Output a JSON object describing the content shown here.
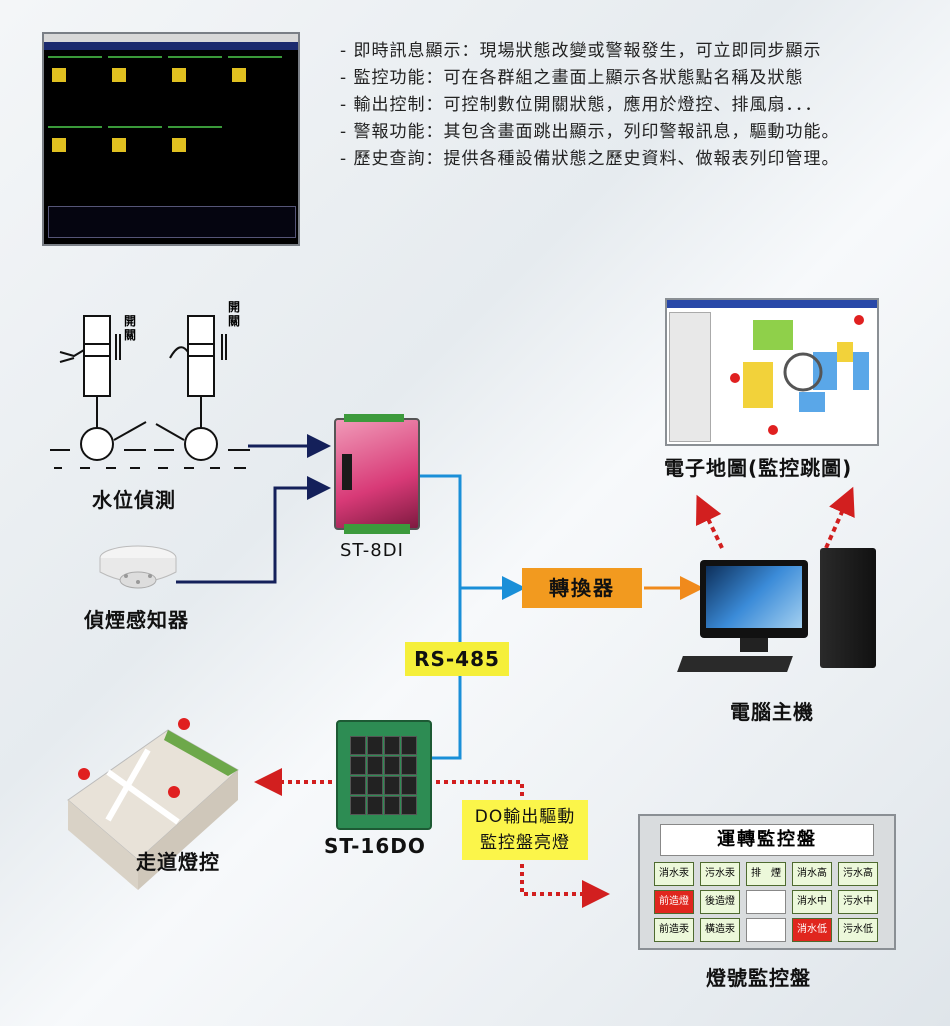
{
  "features": [
    "- 即時訊息顯示：現場狀態改變或警報發生，可立即同步顯示",
    "- 監控功能：可在各群組之畫面上顯示各狀態點名稱及狀態",
    "- 輸出控制：可控制數位開關狀態，應用於燈控、排風扇．．．",
    "- 警報功能：其包含畫面跳出顯示，列印警報訊息，驅動功能。",
    "- 歷史查詢：提供各種設備狀態之歷史資料、做報表列印管理。"
  ],
  "sensors": {
    "switch_label": "開\n關",
    "water_label": "水位偵測",
    "smoke_label": "偵煙感知器"
  },
  "devices": {
    "st8di": "ST-8DI",
    "st16do": "ST-16DO",
    "converter": "轉換器",
    "rs485": "RS-485",
    "computer": "電腦主機",
    "emap": "電子地圖(監控跳圖)",
    "corridor": "走道燈控",
    "do_line1": "DO輸出驅動",
    "do_line2": "監控盤亮燈"
  },
  "panel": {
    "title": "運轉監控盤",
    "caption": "燈號監控盤",
    "rows": [
      [
        {
          "t": "消水汞",
          "s": "on"
        },
        {
          "t": "污水汞",
          "s": "on"
        },
        {
          "t": "排　煙",
          "s": "on"
        },
        {
          "t": "消水高",
          "s": "on"
        },
        {
          "t": "污水高",
          "s": "on"
        }
      ],
      [
        {
          "t": "前造燈",
          "s": "red"
        },
        {
          "t": "後造燈",
          "s": "on"
        },
        {
          "t": "",
          "s": "blank"
        },
        {
          "t": "消水中",
          "s": "on"
        },
        {
          "t": "污水中",
          "s": "on"
        }
      ],
      [
        {
          "t": "前造汞",
          "s": "on"
        },
        {
          "t": "橫造汞",
          "s": "on"
        },
        {
          "t": "",
          "s": "blank"
        },
        {
          "t": "消水低",
          "s": "red"
        },
        {
          "t": "污水低",
          "s": "on"
        }
      ]
    ]
  },
  "colors": {
    "blue_line": "#1a8fd8",
    "dark_arrow": "#14205a",
    "orange_arrow": "#f08a1c",
    "red_dash": "#d21f1f"
  }
}
